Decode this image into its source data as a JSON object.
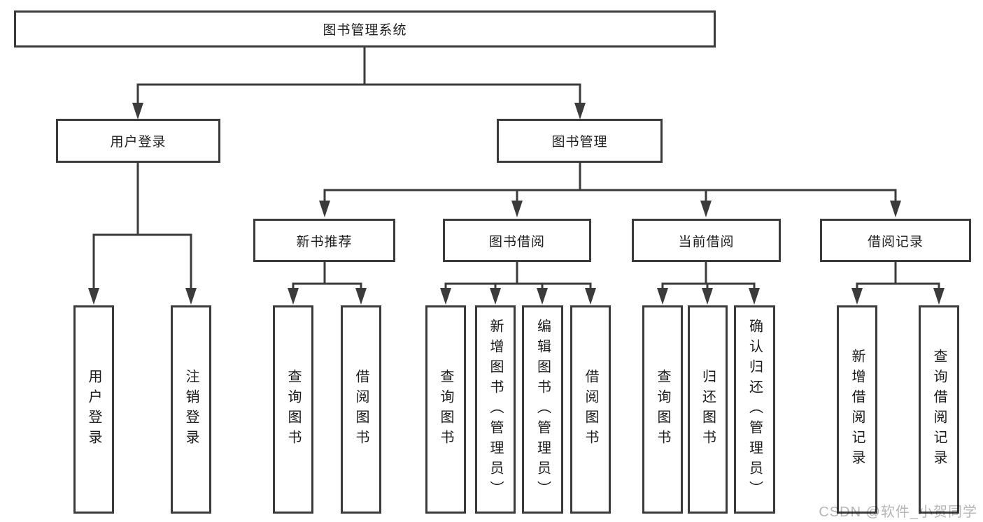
{
  "diagram_type": "hierarchy-diagram",
  "colors": {
    "line": "#3b3b3b",
    "box_border": "#3b3b3b",
    "box_fill": "#ffffff",
    "text": "#1c1c1c",
    "watermark": "#b2b2b2",
    "background": "#ffffff"
  },
  "tree": {
    "label": "图书管理系统",
    "children": [
      {
        "label": "用户登录",
        "children": [
          {
            "label": "用户登录"
          },
          {
            "label": "注销登录"
          }
        ]
      },
      {
        "label": "图书管理",
        "children": [
          {
            "label": "新书推荐",
            "children": [
              {
                "label": "查询图书"
              },
              {
                "label": "借阅图书"
              }
            ]
          },
          {
            "label": "图书借阅",
            "children": [
              {
                "label": "查询图书"
              },
              {
                "label": "新增图书（管理员）"
              },
              {
                "label": "编辑图书（管理员）"
              },
              {
                "label": "借阅图书"
              }
            ]
          },
          {
            "label": "当前借阅",
            "children": [
              {
                "label": "查询图书"
              },
              {
                "label": "归还图书"
              },
              {
                "label": "确认归还（管理员）"
              }
            ]
          },
          {
            "label": "借阅记录",
            "children": [
              {
                "label": "新增借阅记录"
              },
              {
                "label": "查询借阅记录"
              }
            ]
          }
        ]
      }
    ]
  },
  "watermark": "CSDN @软件_小贺同学"
}
